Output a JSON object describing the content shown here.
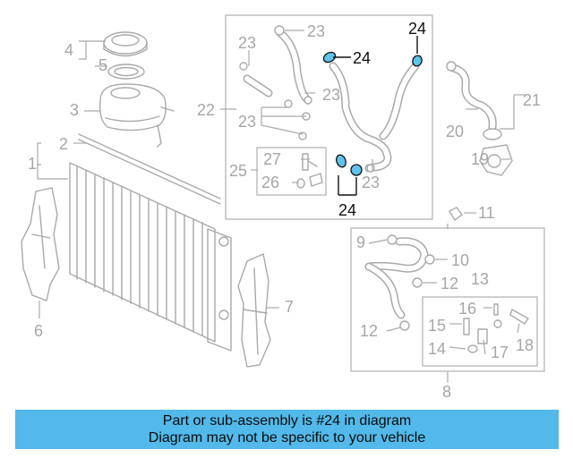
{
  "callouts": {
    "c1": "1",
    "c2": "2",
    "c3": "3",
    "c4": "4",
    "c5": "5",
    "c6": "6",
    "c7": "7",
    "c8": "8",
    "c9": "9",
    "c10": "10",
    "c11": "11",
    "c12a": "12",
    "c12b": "12",
    "c13": "13",
    "c14": "14",
    "c15": "15",
    "c16": "16",
    "c17": "17",
    "c18": "18",
    "c19": "19",
    "c20": "20",
    "c21": "21",
    "c22": "22",
    "c23a": "23",
    "c23b": "23",
    "c23c": "23",
    "c23d": "23",
    "c23e": "23",
    "c24a": "24",
    "c24b": "24",
    "c24c": "24",
    "c25": "25",
    "c26": "26",
    "c27": "27"
  },
  "banner": {
    "line1": "Part or sub-assembly is #24 in diagram",
    "line2": "Diagram may not be specific to your vehicle"
  },
  "colors": {
    "highlight_clamp": "#5fc3ec",
    "banner_bg": "#52b9ea",
    "part_line": "#a9a9a9"
  }
}
